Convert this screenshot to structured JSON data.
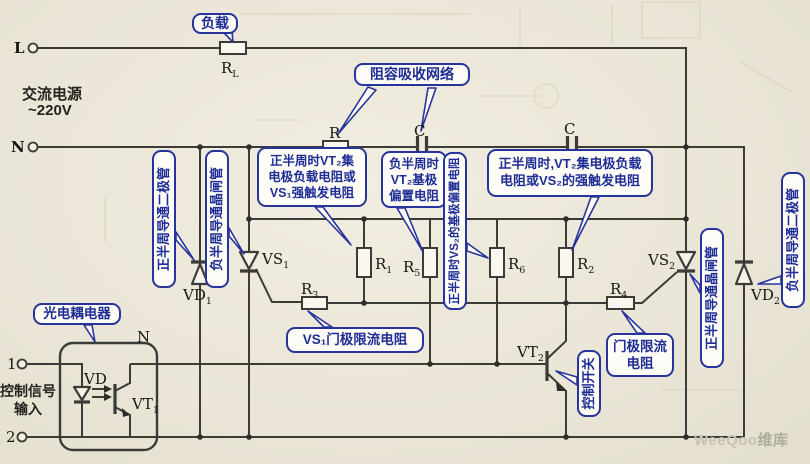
{
  "power": {
    "l": "L",
    "n": "N",
    "source": "交流电源",
    "voltage": "~220V"
  },
  "labels": {
    "rl": {
      "ref": "R",
      "sub": "L"
    },
    "r_snubber": "R",
    "c1": "C",
    "c2": "C",
    "vd1": {
      "ref": "VD",
      "sub": "1"
    },
    "vs1": {
      "ref": "VS",
      "sub": "1"
    },
    "r1": {
      "ref": "R",
      "sub": "1"
    },
    "r5": {
      "ref": "R",
      "sub": "5"
    },
    "r6": {
      "ref": "R",
      "sub": "6"
    },
    "r2": {
      "ref": "R",
      "sub": "2"
    },
    "r3": {
      "ref": "R",
      "sub": "3"
    },
    "r4": {
      "ref": "R",
      "sub": "4"
    },
    "vt1": {
      "ref": "VT",
      "sub": "1"
    },
    "vt2": {
      "ref": "VT",
      "sub": "2"
    },
    "vs2": {
      "ref": "VS",
      "sub": "2"
    },
    "vd2": {
      "ref": "VD",
      "sub": "2"
    },
    "vd_led": "VD",
    "coupler_n": "N",
    "terminal1": "1",
    "terminal2": "2",
    "input_line1": "控制信号",
    "input_line2": "输入"
  },
  "callouts": {
    "load": "负载",
    "snubber": "阻容吸收网络",
    "vd1_box": "正半周导通二极管",
    "vs1_box": "负半周导通晶闸管",
    "r1_box": [
      "正半周时VT₂集",
      "电极负载电阻或",
      "VS₁强触发电阻"
    ],
    "r5_box": [
      "负半周时",
      "VT₂基极",
      "偏置电阻"
    ],
    "r6_box": "正半周时VS₂的基极偏置电阻",
    "r2_box": [
      "正半周时,VT₂集电极负载",
      "电阻或VS₂的强触发电阻"
    ],
    "r3_box": "VS₁门极限流电阻",
    "r4_box": [
      "门极限流",
      "电阻"
    ],
    "vt2_box": "控制开关",
    "vs2_box": "正半周导通晶闸管",
    "vd2_box": "负半周导通二极管",
    "coupler_box": "光电耦电器"
  },
  "watermark": {
    "brand": "WeeQoo",
    "suffix": "维库"
  },
  "colors": {
    "callout_blue": "#27349b",
    "wire": "#3b3b38",
    "paper": "#eae5d6"
  }
}
